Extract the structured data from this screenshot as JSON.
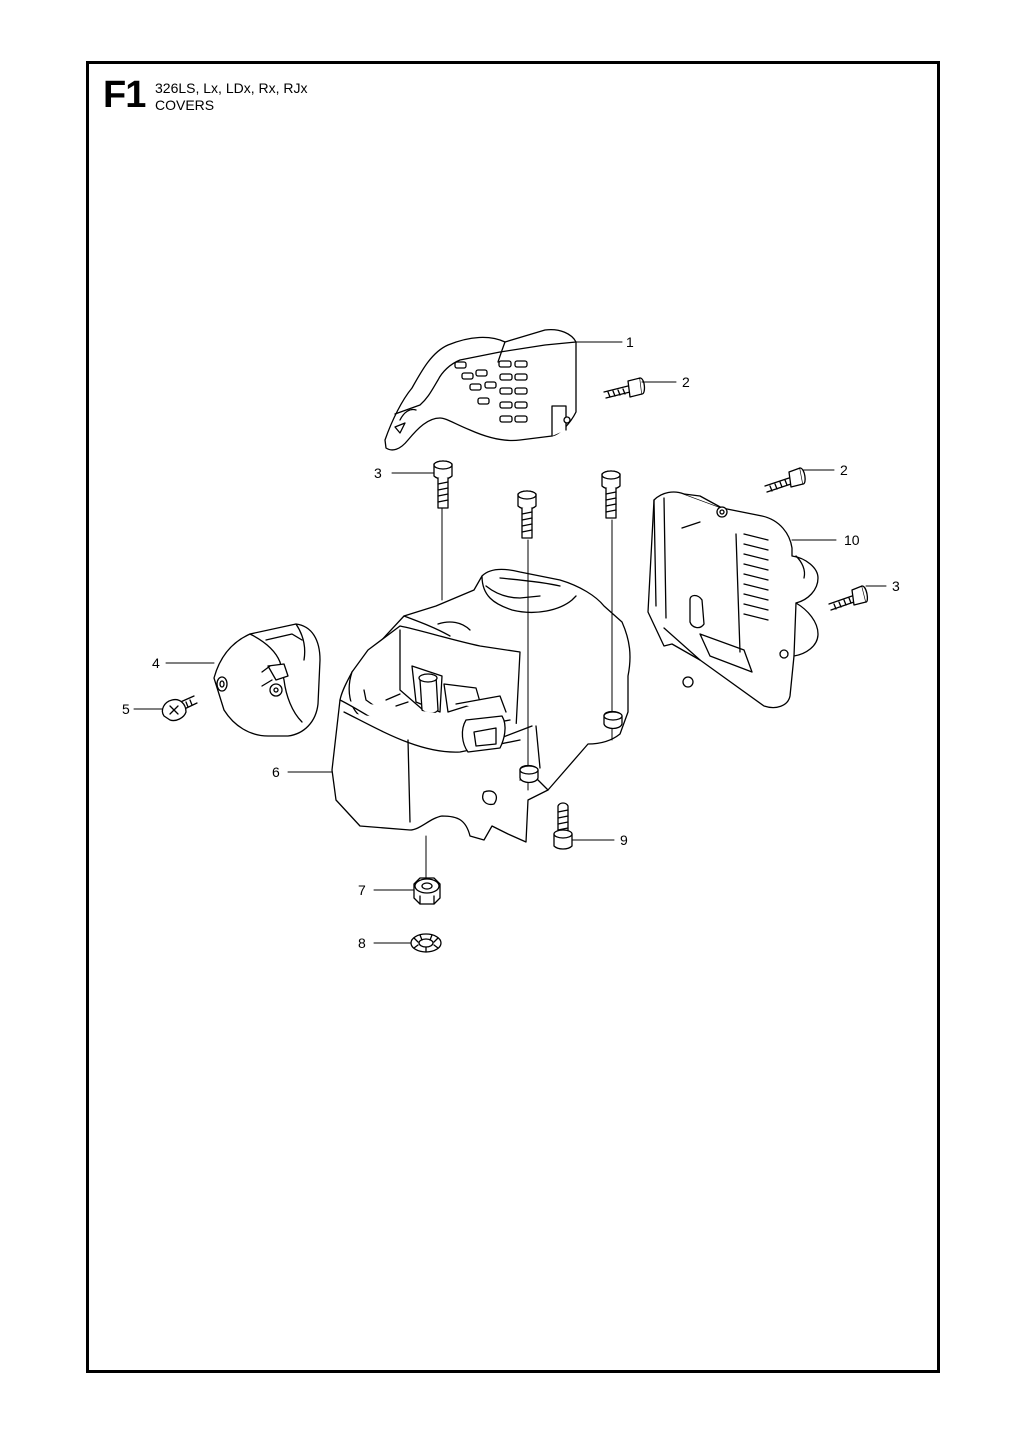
{
  "header": {
    "code": "F1",
    "models": "326LS, Lx, LDx, Rx, RJx",
    "title": "COVERS"
  },
  "callouts": [
    "1",
    "2",
    "3",
    "2",
    "10",
    "3",
    "4",
    "5",
    "6",
    "9",
    "7",
    "8"
  ]
}
